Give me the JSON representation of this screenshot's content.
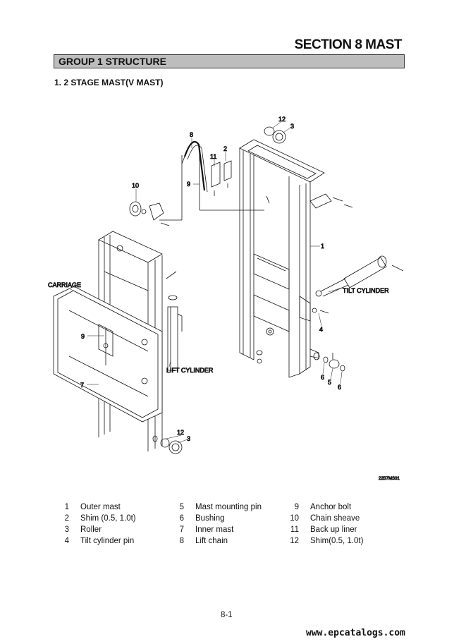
{
  "header": {
    "section_title": "SECTION 8 MAST"
  },
  "group_title": "GROUP 1 STRUCTURE",
  "subsection_title": "1. 2 STAGE MAST(V MAST)",
  "figure": {
    "labels": {
      "carriage": "CARRIAGE",
      "lift_cylinder": "LIFT CYLINDER",
      "tilt_cylinder": "TILT CYLINDER"
    },
    "callouts": [
      "12",
      "3",
      "8",
      "2",
      "11",
      "9",
      "10",
      "1",
      "4",
      "6",
      "5",
      "6",
      "9",
      "7",
      "12",
      "3"
    ],
    "drawing_code": "22B7MS01"
  },
  "legend": {
    "col1": [
      {
        "num": "1",
        "label": "Outer mast"
      },
      {
        "num": "2",
        "label": "Shim (0.5, 1.0t)"
      },
      {
        "num": "3",
        "label": "Roller"
      },
      {
        "num": "4",
        "label": "Tilt cylinder pin"
      }
    ],
    "col2": [
      {
        "num": "5",
        "label": "Mast mounting pin"
      },
      {
        "num": "6",
        "label": "Bushing"
      },
      {
        "num": "7",
        "label": "Inner mast"
      },
      {
        "num": "8",
        "label": "Lift chain"
      }
    ],
    "col3": [
      {
        "num": "9",
        "label": "Anchor bolt"
      },
      {
        "num": "10",
        "label": "Chain sheave"
      },
      {
        "num": "11",
        "label": "Back up liner"
      },
      {
        "num": "12",
        "label": "Shim(0.5, 1.0t)"
      }
    ]
  },
  "footer": {
    "page_number": "8-1",
    "watermark": "www.epcatalogs.com"
  }
}
